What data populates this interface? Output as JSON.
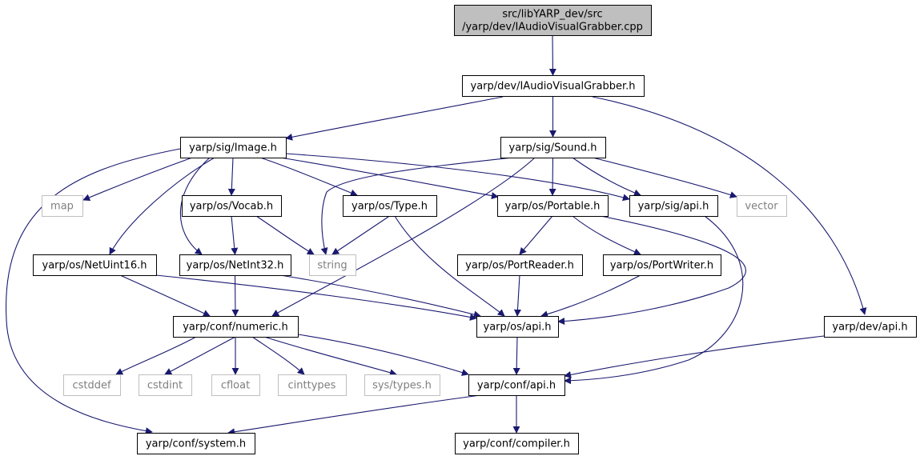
{
  "diagram": {
    "nodes": [
      {
        "id": "root",
        "lines": [
          "src/libYARP_dev/src",
          "/yarp/dev/IAudioVisualGrabber.cpp"
        ],
        "kind": "root"
      },
      {
        "id": "iavg",
        "lines": [
          "yarp/dev/IAudioVisualGrabber.h"
        ],
        "kind": "file"
      },
      {
        "id": "image",
        "lines": [
          "yarp/sig/Image.h"
        ],
        "kind": "file"
      },
      {
        "id": "sound",
        "lines": [
          "yarp/sig/Sound.h"
        ],
        "kind": "file"
      },
      {
        "id": "map",
        "lines": [
          "map"
        ],
        "kind": "external"
      },
      {
        "id": "vocab",
        "lines": [
          "yarp/os/Vocab.h"
        ],
        "kind": "file"
      },
      {
        "id": "type",
        "lines": [
          "yarp/os/Type.h"
        ],
        "kind": "file"
      },
      {
        "id": "portable",
        "lines": [
          "yarp/os/Portable.h"
        ],
        "kind": "file"
      },
      {
        "id": "sigapi",
        "lines": [
          "yarp/sig/api.h"
        ],
        "kind": "file"
      },
      {
        "id": "vector",
        "lines": [
          "vector"
        ],
        "kind": "external"
      },
      {
        "id": "netuint16",
        "lines": [
          "yarp/os/NetUint16.h"
        ],
        "kind": "file"
      },
      {
        "id": "netint32",
        "lines": [
          "yarp/os/NetInt32.h"
        ],
        "kind": "file"
      },
      {
        "id": "string",
        "lines": [
          "string"
        ],
        "kind": "external"
      },
      {
        "id": "portreader",
        "lines": [
          "yarp/os/PortReader.h"
        ],
        "kind": "file"
      },
      {
        "id": "portwriter",
        "lines": [
          "yarp/os/PortWriter.h"
        ],
        "kind": "file"
      },
      {
        "id": "numeric",
        "lines": [
          "yarp/conf/numeric.h"
        ],
        "kind": "file"
      },
      {
        "id": "osapi",
        "lines": [
          "yarp/os/api.h"
        ],
        "kind": "file"
      },
      {
        "id": "devapi",
        "lines": [
          "yarp/dev/api.h"
        ],
        "kind": "file"
      },
      {
        "id": "cstddef",
        "lines": [
          "cstddef"
        ],
        "kind": "external"
      },
      {
        "id": "cstdint",
        "lines": [
          "cstdint"
        ],
        "kind": "external"
      },
      {
        "id": "cfloat",
        "lines": [
          "cfloat"
        ],
        "kind": "external"
      },
      {
        "id": "cinttypes",
        "lines": [
          "cinttypes"
        ],
        "kind": "external"
      },
      {
        "id": "systypes",
        "lines": [
          "sys/types.h"
        ],
        "kind": "external"
      },
      {
        "id": "confapi",
        "lines": [
          "yarp/conf/api.h"
        ],
        "kind": "file"
      },
      {
        "id": "system",
        "lines": [
          "yarp/conf/system.h"
        ],
        "kind": "file"
      },
      {
        "id": "compiler",
        "lines": [
          "yarp/conf/compiler.h"
        ],
        "kind": "file"
      }
    ],
    "edges": [
      [
        "root",
        "iavg"
      ],
      [
        "iavg",
        "image"
      ],
      [
        "iavg",
        "sound"
      ],
      [
        "iavg",
        "devapi"
      ],
      [
        "image",
        "map"
      ],
      [
        "image",
        "vocab"
      ],
      [
        "image",
        "type"
      ],
      [
        "image",
        "portable"
      ],
      [
        "image",
        "sigapi"
      ],
      [
        "image",
        "netuint16"
      ],
      [
        "image",
        "netint32"
      ],
      [
        "image",
        "system"
      ],
      [
        "sound",
        "string"
      ],
      [
        "sound",
        "portable"
      ],
      [
        "sound",
        "sigapi"
      ],
      [
        "sound",
        "vector"
      ],
      [
        "sound",
        "numeric"
      ],
      [
        "vocab",
        "netint32"
      ],
      [
        "vocab",
        "string"
      ],
      [
        "type",
        "string"
      ],
      [
        "type",
        "osapi"
      ],
      [
        "portable",
        "portreader"
      ],
      [
        "portable",
        "portwriter"
      ],
      [
        "portable",
        "osapi"
      ],
      [
        "sigapi",
        "confapi"
      ],
      [
        "netuint16",
        "numeric"
      ],
      [
        "netuint16",
        "osapi"
      ],
      [
        "netint32",
        "numeric"
      ],
      [
        "netint32",
        "osapi"
      ],
      [
        "portreader",
        "osapi"
      ],
      [
        "portwriter",
        "osapi"
      ],
      [
        "numeric",
        "cstddef"
      ],
      [
        "numeric",
        "cstdint"
      ],
      [
        "numeric",
        "cfloat"
      ],
      [
        "numeric",
        "cinttypes"
      ],
      [
        "numeric",
        "systypes"
      ],
      [
        "numeric",
        "confapi"
      ],
      [
        "osapi",
        "confapi"
      ],
      [
        "devapi",
        "confapi"
      ],
      [
        "confapi",
        "system"
      ],
      [
        "confapi",
        "compiler"
      ]
    ]
  }
}
